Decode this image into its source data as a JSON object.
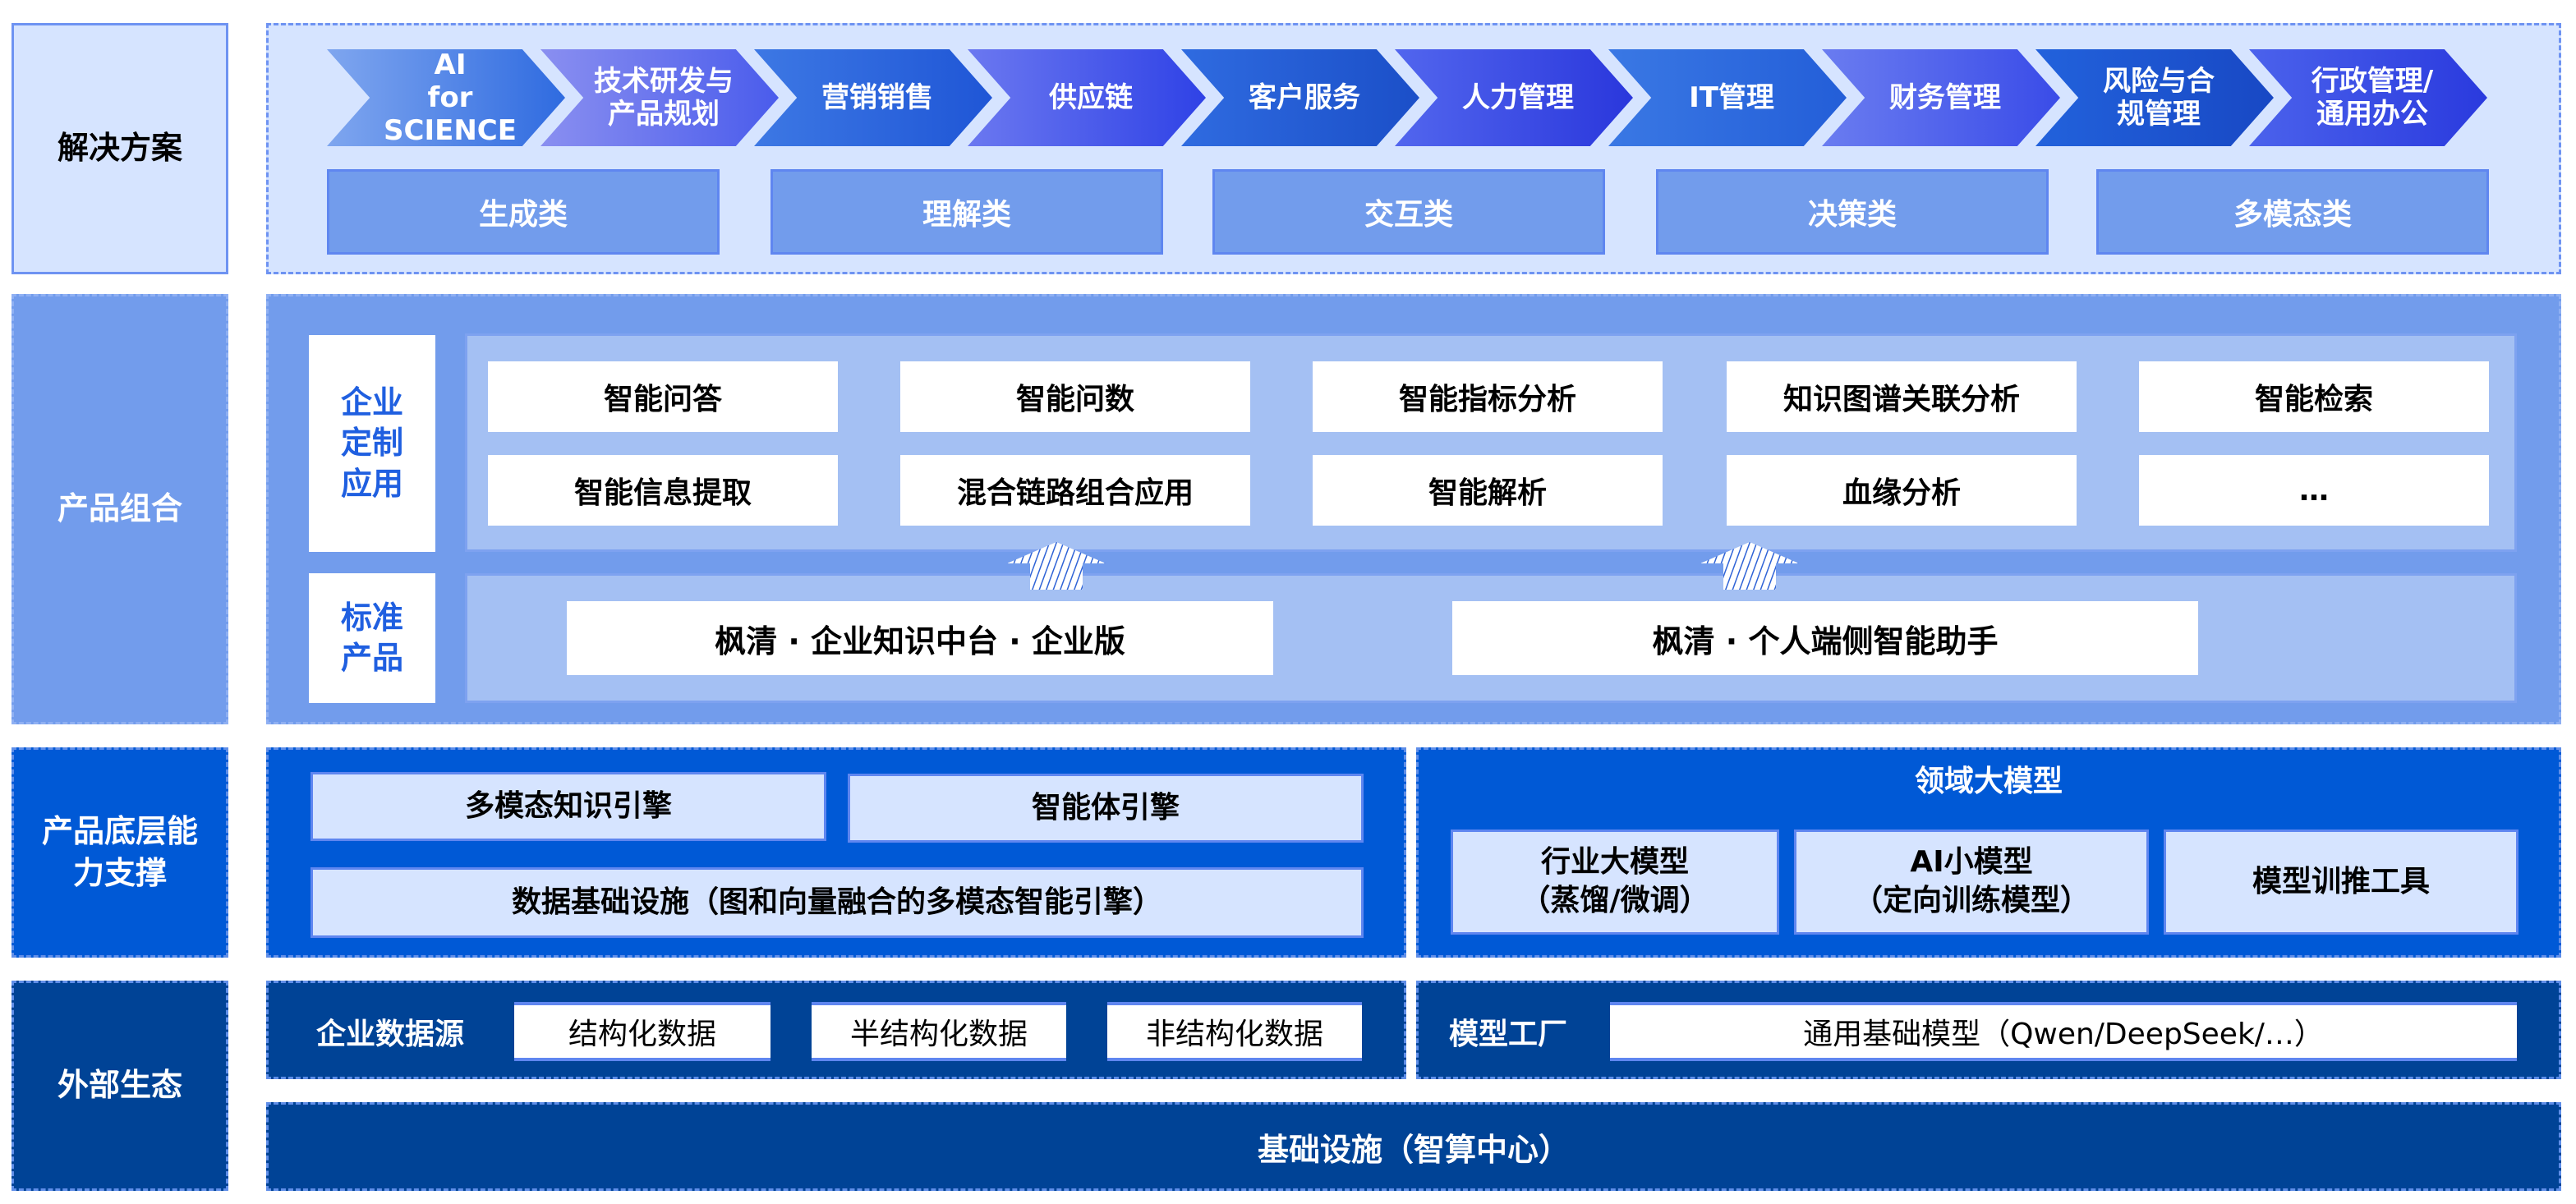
{
  "rows": {
    "solution": "解决方案",
    "product_combo": "产品组合",
    "base_capability": "产品底层能力支撑",
    "external_eco": "外部生态"
  },
  "solutions": {
    "scenarios": [
      {
        "line1": "AI",
        "line2": "for",
        "line3": "SCIENCE"
      },
      {
        "line1": "技术研发与",
        "line2": "产品规划"
      },
      {
        "line1": "营销销售"
      },
      {
        "line1": "供应链"
      },
      {
        "line1": "客户服务"
      },
      {
        "line1": "人力管理"
      },
      {
        "line1": "IT管理"
      },
      {
        "line1": "财务管理"
      },
      {
        "line1": "风险与合",
        "line2": "规管理"
      },
      {
        "line1": "行政管理/",
        "line2": "通用办公"
      }
    ],
    "categories": [
      "生成类",
      "理解类",
      "交互类",
      "决策类",
      "多模态类"
    ]
  },
  "product_combo": {
    "custom_label": "企业定制应用",
    "custom_label_lines": [
      "企业",
      "定制",
      "应用"
    ],
    "custom_apps": [
      [
        "智能问答",
        "智能问数",
        "智能指标分析",
        "知识图谱关联分析",
        "智能检索"
      ],
      [
        "智能信息提取",
        "混合链路组合应用",
        "智能解析",
        "血缘分析",
        "…"
      ]
    ],
    "standard_label_lines": [
      "标准",
      "产品"
    ],
    "standard_products": [
      "枫清 · 企业知识中台 · 企业版",
      "枫清 · 个人端侧智能助手"
    ]
  },
  "base_capability": {
    "engines": [
      "多模态知识引擎",
      "智能体引擎"
    ],
    "data_infra": "数据基础设施（图和向量融合的多模态智能引擎）",
    "domain_models_title": "领域大模型",
    "domain_models": [
      {
        "line1": "行业大模型",
        "line2": "（蒸馏/微调）"
      },
      {
        "line1": "AI小模型",
        "line2": "（定向训练模型）"
      },
      {
        "line1": "模型训推工具"
      }
    ]
  },
  "external_eco": {
    "data_source_label": "企业数据源",
    "data_sources": [
      "结构化数据",
      "半结构化数据",
      "非结构化数据"
    ],
    "model_factory_label": "模型工厂",
    "foundation_models": "通用基础模型（Qwen/DeepSeek/…）",
    "infrastructure": "基础设施（智算中心）"
  },
  "colors": {
    "solution_bg": "#d6e4ff",
    "product_bg": "#729cec",
    "base_bg": "#0059d6",
    "eco_bg": "#004396",
    "accent_text": "#1f5fe0"
  }
}
